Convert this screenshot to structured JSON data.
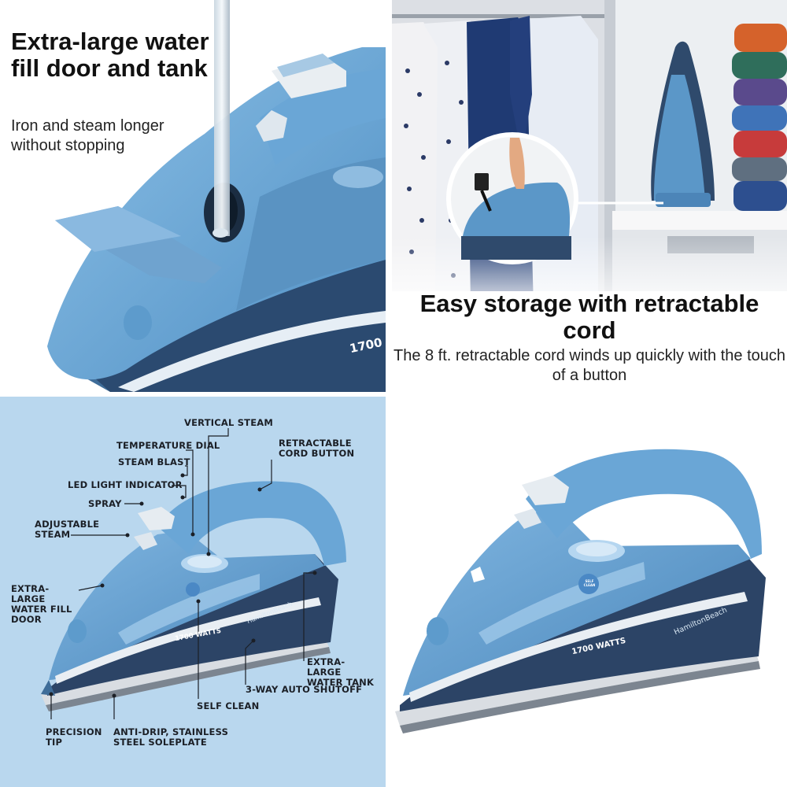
{
  "panel_fill_door": {
    "title": "Extra-large water fill door and tank",
    "subtitle": "Iron and steam longer without stopping",
    "wattage_mark": "1700"
  },
  "panel_storage": {
    "title": "Easy storage with retractable cord",
    "subtitle": "The 8 ft. retractable cord winds up quickly with the touch of a button"
  },
  "panel_features": {
    "labels": {
      "vertical_steam": "VERTICAL STEAM",
      "temperature_dial": "TEMPERATURE DIAL",
      "retractable_cord_button": "RETRACTABLE CORD BUTTON",
      "steam_blast": "STEAM BLAST",
      "led_light_indicator": "LED LIGHT INDICATOR",
      "spray": "SPRAY",
      "adjustable_steam": "ADJUSTABLE STEAM",
      "extra_large_water_fill_door": "EXTRA-LARGE WATER FILL DOOR",
      "extra_large_water_tank": "EXTRA-LARGE WATER TANK",
      "three_way_auto_shutoff": "3-WAY AUTO SHUTOFF",
      "self_clean": "SELF CLEAN",
      "precision_tip": "PRECISION TIP",
      "anti_drip_soleplate": "ANTI-DRIP, STAINLESS STEEL SOLEPLATE"
    },
    "iron_wattage": "1700 WATTS",
    "iron_brand": "HamiltonBeach"
  },
  "panel_product": {
    "iron_wattage": "1700 WATTS",
    "iron_brand": "HamiltonBeach",
    "self_clean_button": "SELF CLEAN"
  },
  "colors": {
    "iron_blue": "#5b97c8",
    "iron_dark": "#2f4a6c",
    "features_bg": "#b9d7ee"
  }
}
